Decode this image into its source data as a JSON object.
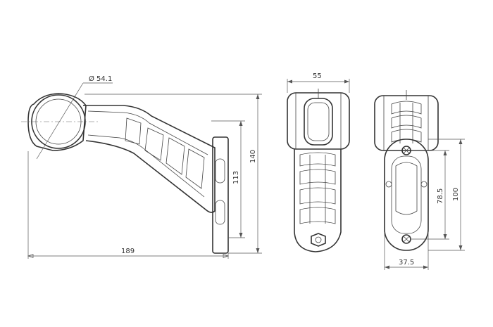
{
  "dimensions": {
    "lamp_diameter": "Ø 54.1",
    "overall_length": "189",
    "overall_height": "140",
    "mount_height": "113",
    "front_width": "55",
    "hole_spacing": "78.5",
    "plate_height": "100",
    "plate_width": "37.5"
  },
  "views": [
    "side-view",
    "front-view",
    "rear-view"
  ]
}
